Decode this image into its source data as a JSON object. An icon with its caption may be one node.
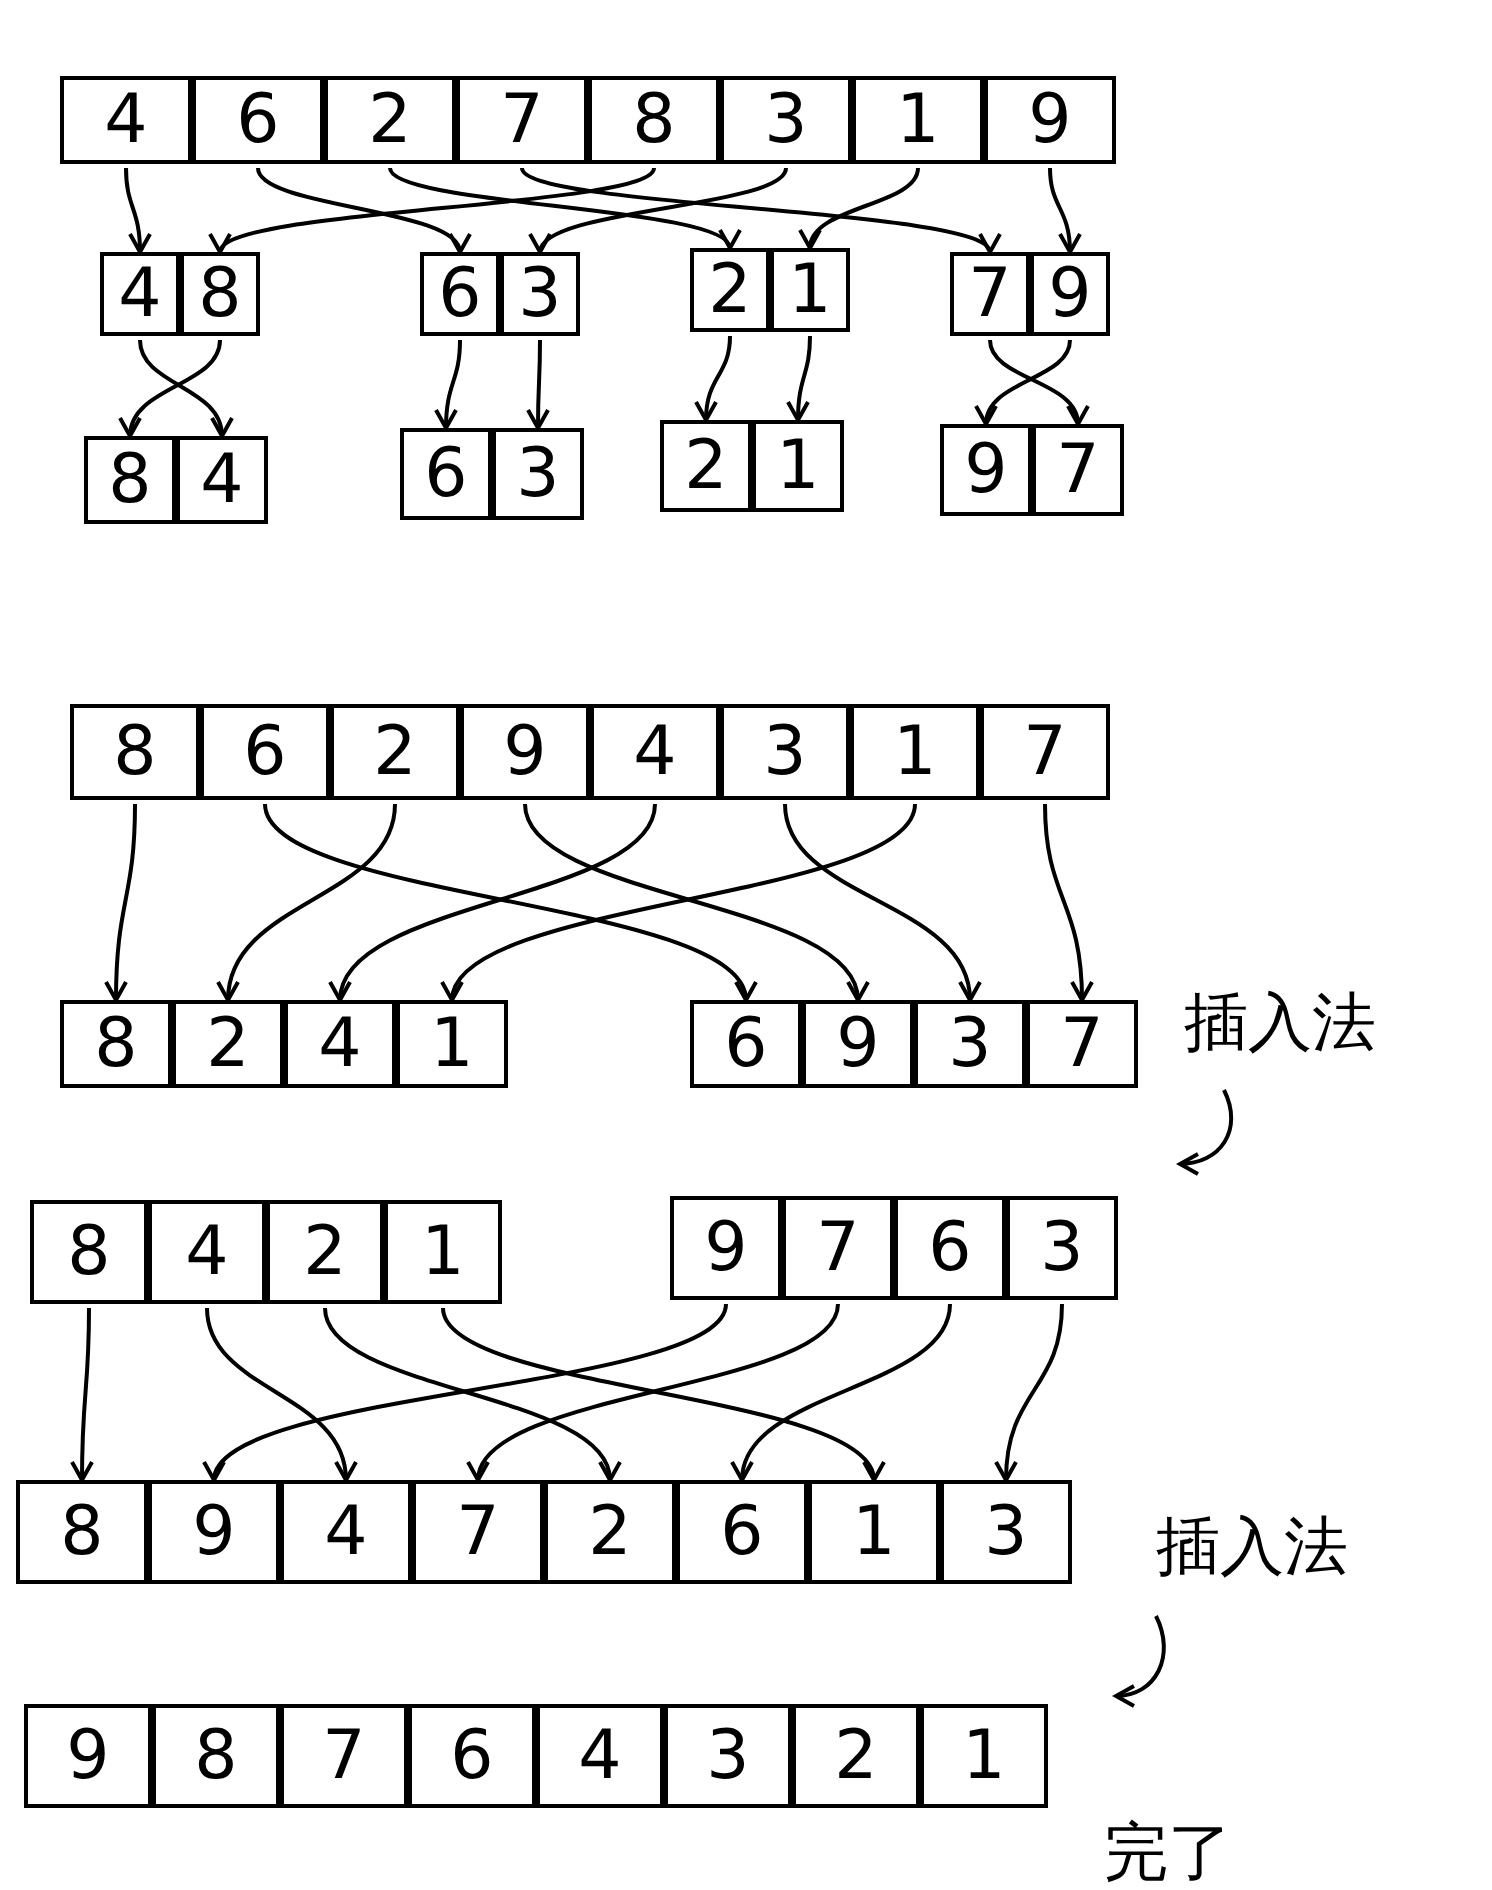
{
  "diagram": {
    "nodes": [
      {
        "text": [
          "4"
        ]
      },
      {
        "text": [
          "6"
        ]
      },
      {
        "text": [
          "2"
        ]
      },
      {
        "text": [
          "7"
        ]
      },
      {
        "text": [
          "8"
        ]
      },
      {
        "text": [
          "3"
        ]
      },
      {
        "text": [
          "1"
        ]
      },
      {
        "text": [
          "9"
        ]
      },
      {
        "text": [
          "4"
        ]
      },
      {
        "text": [
          "8"
        ]
      },
      {
        "text": [
          "6"
        ]
      },
      {
        "text": [
          "3"
        ]
      },
      {
        "text": [
          "2"
        ]
      },
      {
        "text": [
          "1"
        ]
      },
      {
        "text": [
          "7"
        ]
      },
      {
        "text": [
          "9"
        ]
      },
      {
        "text": [
          "8"
        ]
      },
      {
        "text": [
          "4"
        ]
      },
      {
        "text": [
          "6"
        ]
      },
      {
        "text": [
          "3"
        ]
      },
      {
        "text": [
          "2"
        ]
      },
      {
        "text": [
          "1"
        ]
      },
      {
        "text": [
          "9"
        ]
      },
      {
        "text": [
          "7"
        ]
      },
      {
        "text": [
          "8"
        ]
      },
      {
        "text": [
          "6"
        ]
      },
      {
        "text": [
          "2"
        ]
      },
      {
        "text": [
          "9"
        ]
      },
      {
        "text": [
          "4"
        ]
      },
      {
        "text": [
          "3"
        ]
      },
      {
        "text": [
          "1"
        ]
      },
      {
        "text": [
          "7"
        ]
      },
      {
        "text": [
          "8"
        ]
      },
      {
        "text": [
          "2"
        ]
      },
      {
        "text": [
          "4"
        ]
      },
      {
        "text": [
          "1"
        ]
      },
      {
        "text": [
          "6"
        ]
      },
      {
        "text": [
          "9"
        ]
      },
      {
        "text": [
          "3"
        ]
      },
      {
        "text": [
          "7"
        ]
      },
      {
        "text": [
          "8"
        ]
      },
      {
        "text": [
          "4"
        ]
      },
      {
        "text": [
          "2"
        ]
      },
      {
        "text": [
          "1"
        ]
      },
      {
        "text": [
          "9"
        ]
      },
      {
        "text": [
          "7"
        ]
      },
      {
        "text": [
          "6"
        ]
      },
      {
        "text": [
          "3"
        ]
      },
      {
        "text": [
          "8"
        ]
      },
      {
        "text": [
          "9"
        ]
      },
      {
        "text": [
          "4"
        ]
      },
      {
        "text": [
          "7"
        ]
      },
      {
        "text": [
          "2"
        ]
      },
      {
        "text": [
          "6"
        ]
      },
      {
        "text": [
          "1"
        ]
      },
      {
        "text": [
          "3"
        ]
      },
      {
        "text": [
          "9"
        ]
      },
      {
        "text": [
          "8"
        ]
      },
      {
        "text": [
          "7"
        ]
      },
      {
        "text": [
          "6"
        ]
      },
      {
        "text": [
          "4"
        ]
      },
      {
        "text": [
          "3"
        ]
      },
      {
        "text": [
          "2"
        ]
      },
      {
        "text": [
          "1"
        ]
      }
    ],
    "edges": [
      {
        "from": 0,
        "to": 8,
        "arrow": "to"
      },
      {
        "from": 4,
        "to": 9,
        "arrow": "to"
      },
      {
        "from": 1,
        "to": 10,
        "arrow": "to"
      },
      {
        "from": 5,
        "to": 11,
        "arrow": "to"
      },
      {
        "from": 2,
        "to": 12,
        "arrow": "to"
      },
      {
        "from": 6,
        "to": 13,
        "arrow": "to"
      },
      {
        "from": 3,
        "to": 14,
        "arrow": "to"
      },
      {
        "from": 7,
        "to": 15,
        "arrow": "to"
      },
      {
        "from": 8,
        "to": 17,
        "arrow": "to"
      },
      {
        "from": 9,
        "to": 16,
        "arrow": "to"
      },
      {
        "from": 10,
        "to": 18,
        "arrow": "to"
      },
      {
        "from": 11,
        "to": 19,
        "arrow": "to"
      },
      {
        "from": 12,
        "to": 20,
        "arrow": "to"
      },
      {
        "from": 13,
        "to": 21,
        "arrow": "to"
      },
      {
        "from": 14,
        "to": 23,
        "arrow": "to"
      },
      {
        "from": 15,
        "to": 22,
        "arrow": "to"
      },
      {
        "from": 24,
        "to": 32,
        "arrow": "to"
      },
      {
        "from": 25,
        "to": 36,
        "arrow": "to"
      },
      {
        "from": 26,
        "to": 33,
        "arrow": "to"
      },
      {
        "from": 27,
        "to": 37,
        "arrow": "to"
      },
      {
        "from": 28,
        "to": 34,
        "arrow": "to"
      },
      {
        "from": 29,
        "to": 38,
        "arrow": "to"
      },
      {
        "from": 30,
        "to": 35,
        "arrow": "to"
      },
      {
        "from": 31,
        "to": 39,
        "arrow": "to"
      },
      {
        "from": 40,
        "to": 48,
        "arrow": "to"
      },
      {
        "from": 41,
        "to": 50,
        "arrow": "to"
      },
      {
        "from": 42,
        "to": 52,
        "arrow": "to"
      },
      {
        "from": 43,
        "to": 54,
        "arrow": "to"
      },
      {
        "from": 44,
        "to": 49,
        "arrow": "to"
      },
      {
        "from": 45,
        "to": 51,
        "arrow": "to"
      },
      {
        "from": 46,
        "to": 53,
        "arrow": "to"
      },
      {
        "from": 47,
        "to": 55,
        "arrow": "to"
      }
    ],
    "labels": [
      "插入法",
      "插入法",
      "完了"
    ]
  }
}
